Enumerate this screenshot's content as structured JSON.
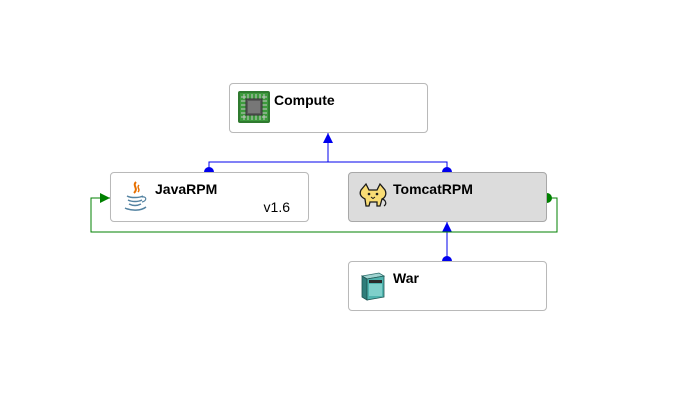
{
  "diagram": {
    "nodes": {
      "compute": {
        "label": "Compute",
        "icon": "cpu-chip-icon"
      },
      "javarpm": {
        "label": "JavaRPM",
        "version": "v1.6",
        "icon": "java-icon"
      },
      "tomcatrpm": {
        "label": "TomcatRPM",
        "icon": "tomcat-icon",
        "selected": true
      },
      "war": {
        "label": "War",
        "icon": "software-box-icon"
      }
    },
    "colors": {
      "host_link": "#0000ee",
      "dependency_link": "#008000",
      "node_border": "#b9b9b9",
      "selected_fill": "#dcdcdc"
    }
  }
}
